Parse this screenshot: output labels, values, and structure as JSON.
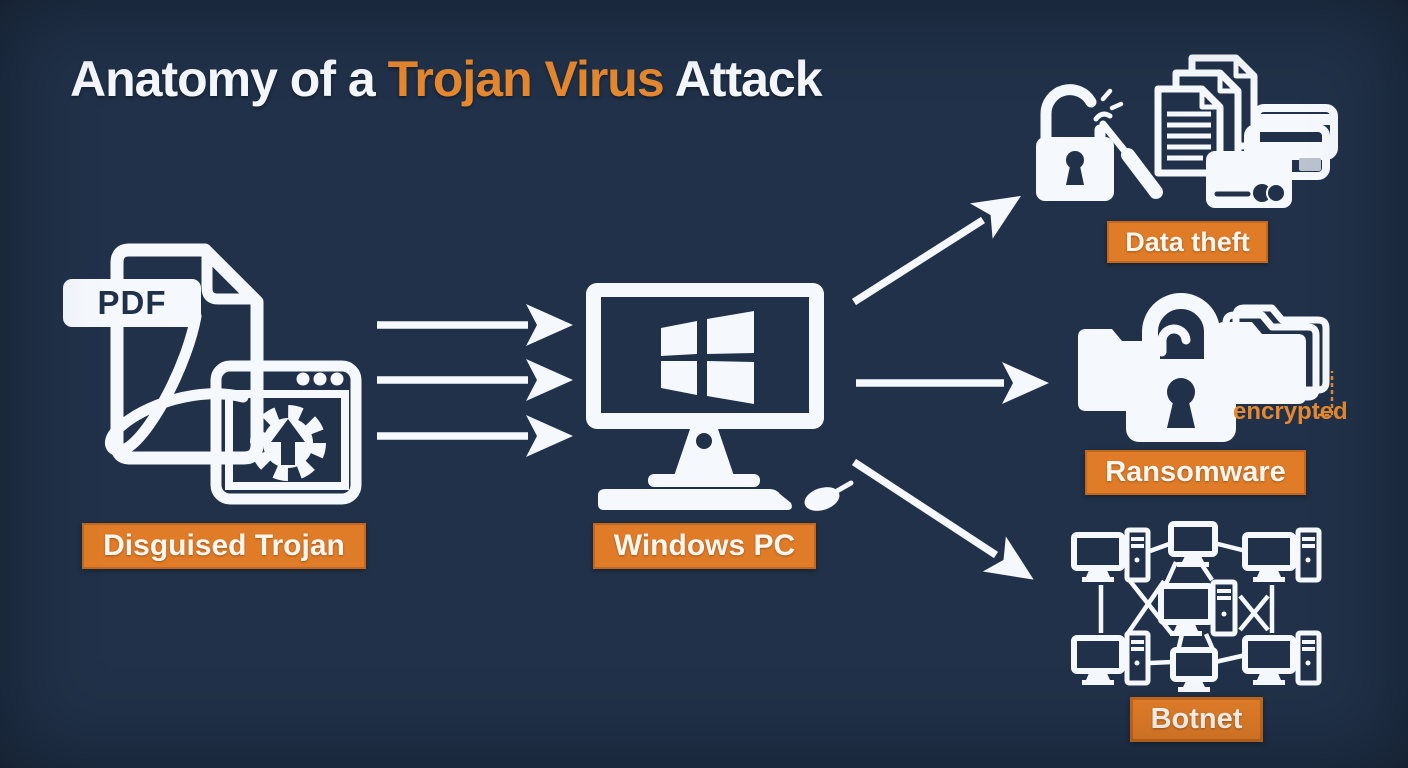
{
  "title": {
    "prefix": "Anatomy of a ",
    "highlight": "Trojan Virus",
    "suffix": " Attack"
  },
  "stages": {
    "source": {
      "label": "Disguised Trojan",
      "file_badge": "PDF",
      "icons": [
        "pdf-file-icon",
        "installer-window-icon",
        "gear-icon"
      ]
    },
    "target": {
      "label": "Windows PC",
      "icons": [
        "desktop-computer-icon",
        "windows-logo-icon",
        "keyboard-icon",
        "mouse-icon"
      ]
    },
    "outcomes": [
      {
        "id": "data-theft",
        "label": "Data theft",
        "icons": [
          "picked-padlock-icon",
          "lockpick-icon",
          "documents-icon",
          "credit-cards-icon"
        ]
      },
      {
        "id": "ransomware",
        "label": "Ransomware",
        "annotation": "encrypted",
        "icons": [
          "folder-icon",
          "folder-stack-icon",
          "padlock-icon"
        ]
      },
      {
        "id": "botnet",
        "label": "Botnet",
        "icons": [
          "computer-network-icon"
        ]
      }
    ]
  },
  "flow": {
    "infection_arrows": 3,
    "fanout_arrows": 3
  },
  "colors": {
    "background": "#203149",
    "foreground": "#F5F8FC",
    "accent_orange": "#E07C28",
    "accent_orange_bright": "#E5882F",
    "accent_orange_dark": "#C2671D"
  }
}
